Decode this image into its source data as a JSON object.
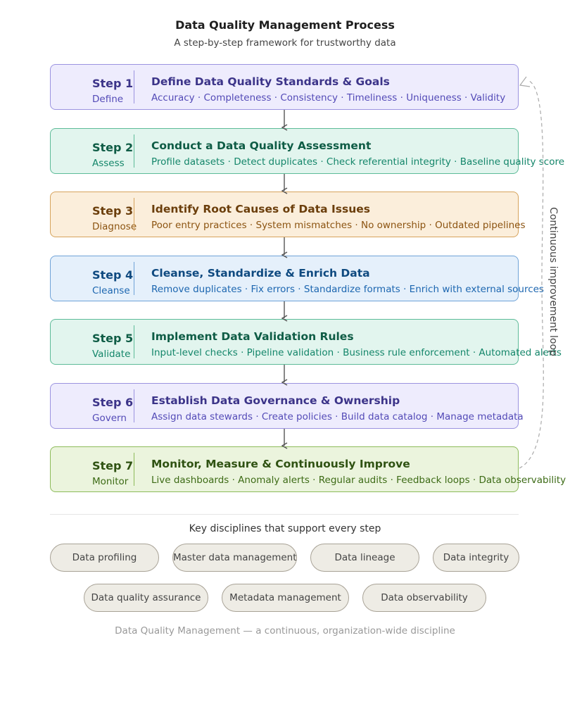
{
  "header": {
    "title": "Data Quality Management Process",
    "subtitle": "A step-by-step framework for trustworthy data"
  },
  "steps": [
    {
      "number": "Step 1",
      "verb": "Define",
      "title": "Define Data Quality Standards & Goals",
      "items": "Accuracy · Completeness · Consistency · Timeliness · Uniqueness · Validity",
      "colors": {
        "bg": "#eeecfd",
        "border": "#9b93e0",
        "num": "#3c3489",
        "verb": "#534ab7",
        "items": "#534ab7"
      }
    },
    {
      "number": "Step 2",
      "verb": "Assess",
      "title": "Conduct a Data Quality Assessment",
      "items": "Profile datasets · Detect duplicates · Check referential integrity · Baseline quality score",
      "colors": {
        "bg": "#e2f5ee",
        "border": "#5dbb98",
        "num": "#0e5c45",
        "verb": "#14866a",
        "items": "#14866a"
      }
    },
    {
      "number": "Step 3",
      "verb": "Diagnose",
      "title": "Identify Root Causes of Data Issues",
      "items": "Poor entry practices · System mismatches · No ownership · Outdated pipelines",
      "colors": {
        "bg": "#fbeedb",
        "border": "#d6a35c",
        "num": "#6b3e0b",
        "verb": "#8c5411",
        "items": "#8c5411"
      }
    },
    {
      "number": "Step 4",
      "verb": "Cleanse",
      "title": "Cleanse, Standardize & Enrich Data",
      "items": "Remove duplicates · Fix errors · Standardize formats · Enrich with external sources",
      "colors": {
        "bg": "#e5f0fb",
        "border": "#6fa3d8",
        "num": "#0f4a80",
        "verb": "#1c66b0",
        "items": "#1c66b0"
      }
    },
    {
      "number": "Step 5",
      "verb": "Validate",
      "title": "Implement Data Validation Rules",
      "items": "Input-level checks · Pipeline validation · Business rule enforcement · Automated alerts",
      "colors": {
        "bg": "#e2f5ee",
        "border": "#5dbb98",
        "num": "#0e5c45",
        "verb": "#14866a",
        "items": "#14866a"
      }
    },
    {
      "number": "Step 6",
      "verb": "Govern",
      "title": "Establish Data Governance & Ownership",
      "items": "Assign data stewards · Create policies · Build data catalog · Manage metadata",
      "colors": {
        "bg": "#eeecfd",
        "border": "#9b93e0",
        "num": "#3c3489",
        "verb": "#534ab7",
        "items": "#534ab7"
      }
    },
    {
      "number": "Step 7",
      "verb": "Monitor",
      "title": "Monitor, Measure & Continuously Improve",
      "items": "Live dashboards · Anomaly alerts · Regular audits · Feedback loops · Data observability",
      "colors": {
        "bg": "#ebf4dd",
        "border": "#8dbb5a",
        "num": "#2f5212",
        "verb": "#3d6b16",
        "items": "#3d6b16"
      }
    }
  ],
  "loop_label": "Continuous improvement loop",
  "disciplines": {
    "heading": "Key disciplines that support every step",
    "items": [
      "Data profiling",
      "Master data management",
      "Data lineage",
      "Data integrity",
      "Data quality assurance",
      "Metadata management",
      "Data observability"
    ]
  },
  "footer": "Data Quality Management — a continuous, organization-wide discipline"
}
